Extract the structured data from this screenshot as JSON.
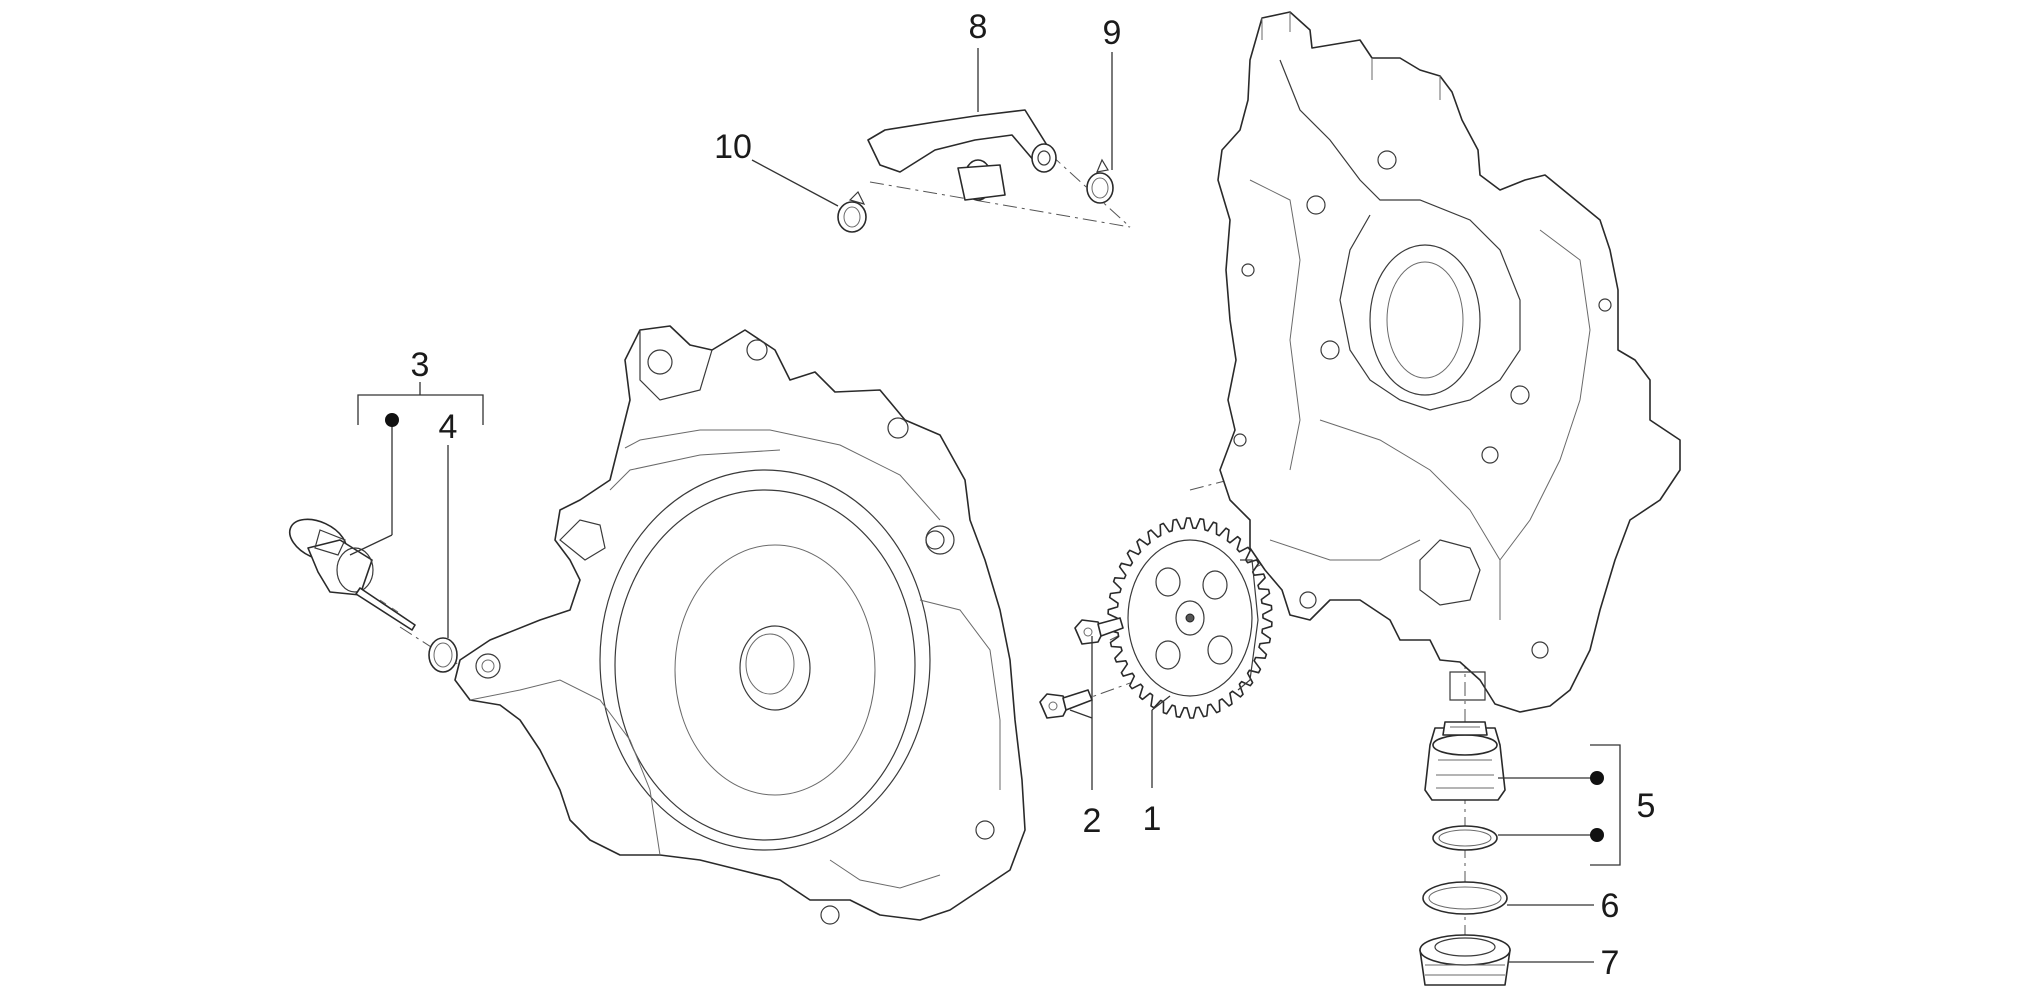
{
  "figure": {
    "background": "#ffffff",
    "line_color": "#2a2a2a"
  },
  "callouts": [
    {
      "id": "c1",
      "label": "1"
    },
    {
      "id": "c2",
      "label": "2"
    },
    {
      "id": "c3",
      "label": "3"
    },
    {
      "id": "c4",
      "label": "4"
    },
    {
      "id": "c5",
      "label": "5"
    },
    {
      "id": "c6",
      "label": "6"
    },
    {
      "id": "c7",
      "label": "7"
    },
    {
      "id": "c8",
      "label": "8"
    },
    {
      "id": "c9",
      "label": "9"
    },
    {
      "id": "c10",
      "label": "10"
    }
  ]
}
